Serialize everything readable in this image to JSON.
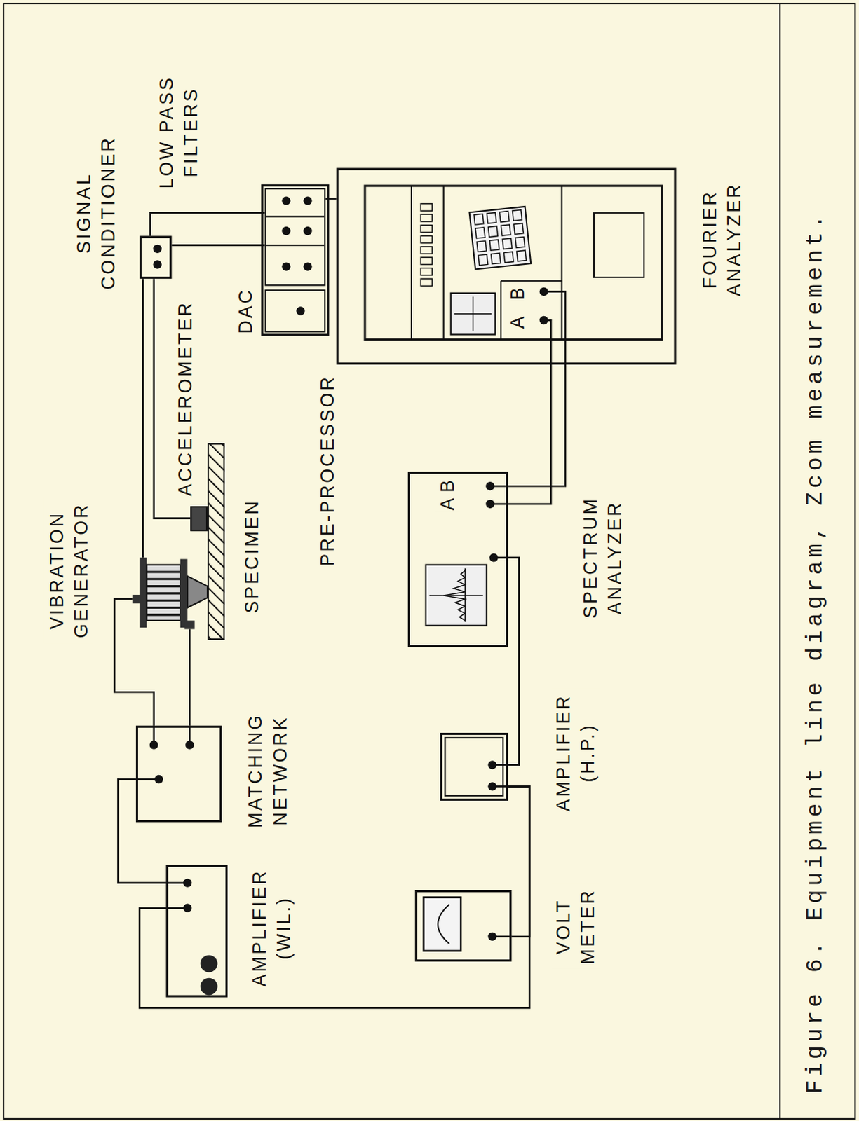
{
  "diagram": {
    "caption": "Figure 6. Equipment line diagram, Zcom measurement.",
    "nodes": [
      {
        "text": [
          "AMPLIFIER (WIL.)"
        ]
      },
      {
        "text": [
          "MATCHING NETWORK"
        ]
      },
      {
        "text": [
          "VIBRATION GENERATOR"
        ]
      },
      {
        "text": [
          "SPECIMEN"
        ]
      },
      {
        "text": [
          "ACCELEROMETER"
        ]
      },
      {
        "text": [
          "SIGNAL CONDITIONER"
        ]
      },
      {
        "text": [
          "PRE-PROCESSOR"
        ]
      },
      {
        "text": [
          "DAC"
        ],
        "in": 6
      },
      {
        "text": [
          "LOW PASS FILTERS"
        ],
        "in": 6
      },
      {
        "text": [
          "FOURIER ANALYZER"
        ]
      },
      {
        "text": [
          "SPECTRUM ANALYZER"
        ]
      },
      {
        "text": [
          "AMPLIFIER (H.P.)"
        ]
      },
      {
        "text": [
          "VOLT METER"
        ]
      }
    ],
    "edges": [
      {
        "from": 0,
        "to": 1,
        "arrow": "none"
      },
      {
        "from": 1,
        "to": 2,
        "arrow": "none"
      },
      {
        "from": 1,
        "to": 2,
        "arrow": "none"
      },
      {
        "from": 2,
        "to": 5,
        "arrow": "none"
      },
      {
        "from": 4,
        "to": 5,
        "arrow": "none"
      },
      {
        "from": 5,
        "to": 8,
        "arrow": "none"
      },
      {
        "from": 5,
        "to": 8,
        "arrow": "none"
      },
      {
        "from": 8,
        "to": 9,
        "arrow": "none"
      },
      {
        "from": 9,
        "to": 10,
        "arrow": "none"
      },
      {
        "from": 9,
        "to": 10,
        "arrow": "none"
      },
      {
        "from": 10,
        "to": 11,
        "arrow": "none"
      },
      {
        "from": 11,
        "to": 12,
        "arrow": "none"
      },
      {
        "from": 11,
        "to": 0,
        "arrow": "none"
      }
    ],
    "labels": [
      "A",
      "B",
      "A",
      "B"
    ]
  }
}
